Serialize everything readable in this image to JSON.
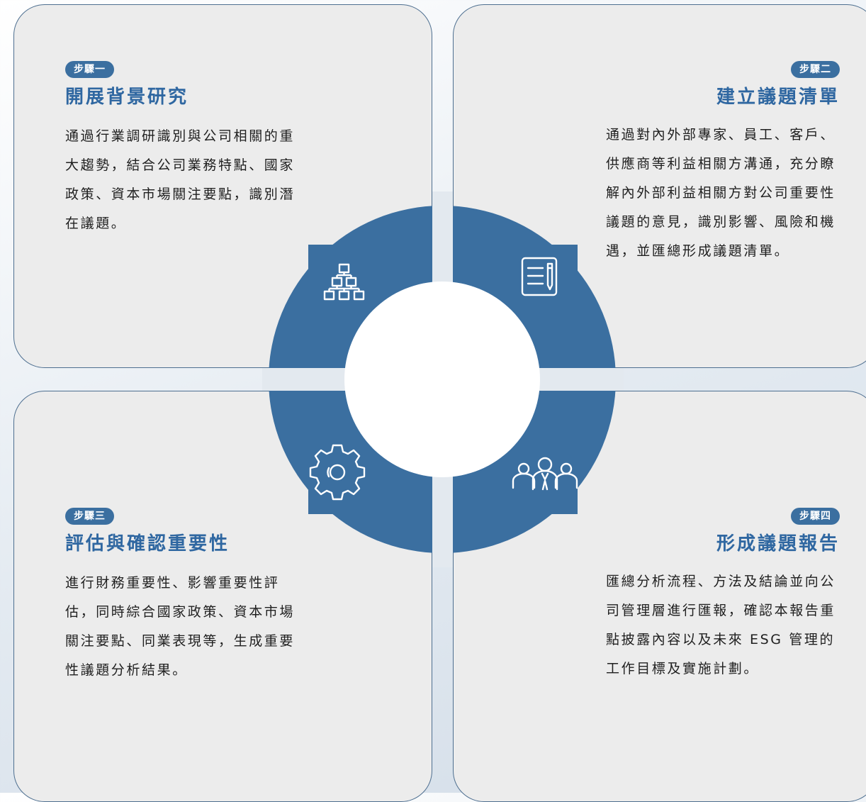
{
  "colors": {
    "ring": "#3b6fa0",
    "accent": "#2f67a1",
    "card_bg": "#ececec",
    "card_border": "#4e6f90"
  },
  "steps": [
    {
      "badge": "步驟一",
      "title": "開展背景研究",
      "description": "通過行業調研識別與公司相關的重大趨勢，結合公司業務特點、國家政策、資本市場關注要點，識別潛在議題。",
      "icon": "hierarchy-icon"
    },
    {
      "badge": "步驟二",
      "title": "建立議題清單",
      "description": "通過對內外部專家、員工、客戶、供應商等利益相關方溝通，充分瞭解內外部利益相關方對公司重要性議題的意見，識別影響、風險和機遇，並匯總形成議題清單。",
      "icon": "document-pencil-icon"
    },
    {
      "badge": "步驟三",
      "title": "評估與確認重要性",
      "description": "進行財務重要性、影響重要性評估，同時綜合國家政策、資本市場關注要點、同業表現等，生成重要性議題分析結果。",
      "icon": "gear-icon"
    },
    {
      "badge": "步驟四",
      "title": "形成議題報告",
      "description": "匯總分析流程、方法及結論並向公司管理層進行匯報，確認本報告重點披露內容以及未來 ESG 管理的工作目標及實施計劃。",
      "icon": "team-icon"
    }
  ]
}
